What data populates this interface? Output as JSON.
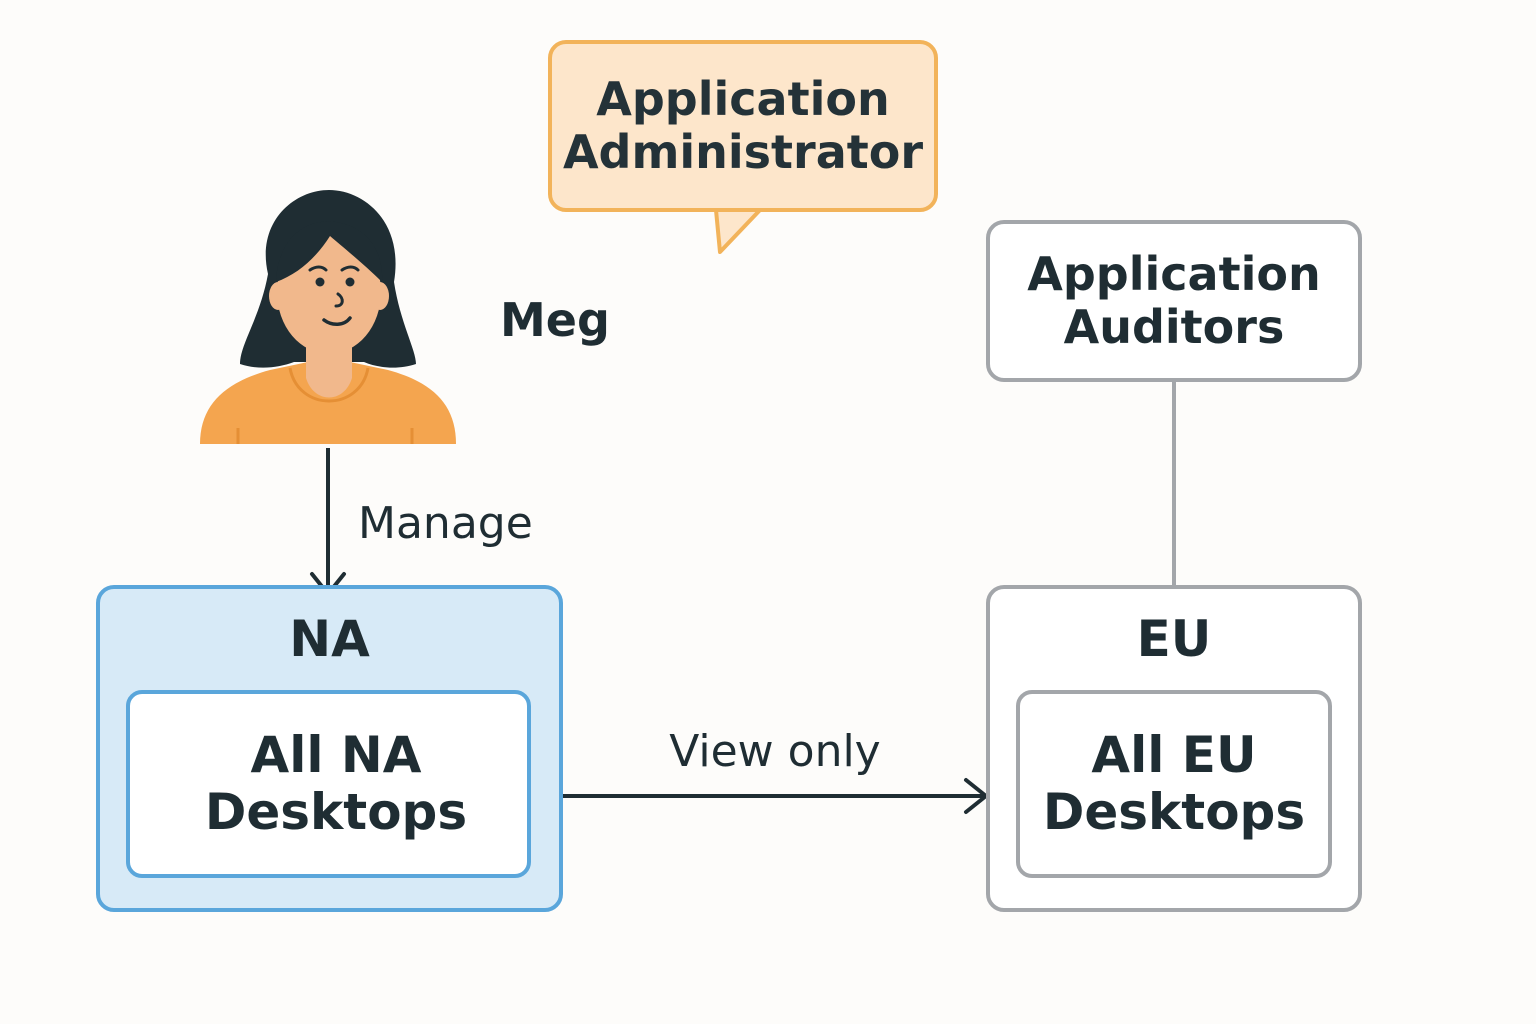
{
  "role_bubble": {
    "text": "Application\nAdministrator"
  },
  "person": {
    "name": "Meg"
  },
  "auditors_group": {
    "text": "Application\nAuditors"
  },
  "na_scope": {
    "title": "NA",
    "group_text": "All NA\nDesktops"
  },
  "eu_scope": {
    "title": "EU",
    "group_text": "All EU\nDesktops"
  },
  "edges": {
    "manage_label": "Manage",
    "view_label": "View only"
  },
  "colors": {
    "na_fill": "#d7eaf7",
    "na_border": "#5aa6db",
    "bubble_fill": "#fde6cb",
    "bubble_border": "#f2b35a",
    "neutral_border": "#a3a6aa",
    "shirt": "#f4a54f",
    "skin": "#f1b88c",
    "hair": "#1f2d33"
  },
  "icons": {
    "person": "person-avatar-icon",
    "arrow_down": "arrow-down-icon",
    "arrow_right": "arrow-right-icon"
  }
}
